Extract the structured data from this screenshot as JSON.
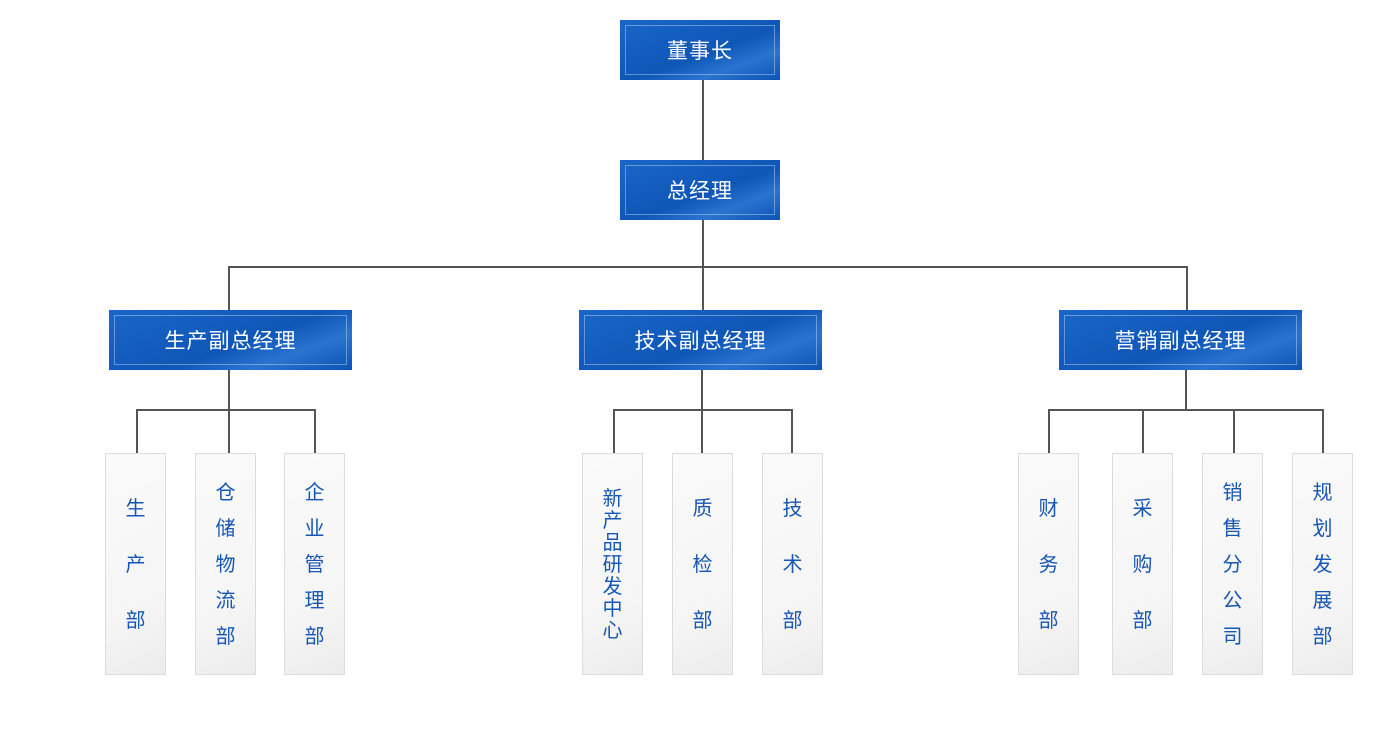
{
  "org": {
    "chairman": "董事长",
    "general_manager": "总经理",
    "vp_production": "生产副总经理",
    "vp_technology": "技术副总经理",
    "vp_marketing": "营销副总经理",
    "departments": {
      "production": "生产部",
      "warehouse_logistics": "仓储物流部",
      "enterprise_management": "企业管理部",
      "new_product_rd": "新产品研发中心",
      "quality_inspection": "质检部",
      "technology": "技术部",
      "finance": "财务部",
      "procurement": "采购部",
      "sales_branch": "销售分公司",
      "planning_development": "规划发展部"
    }
  },
  "colors": {
    "box_blue": "#0f57b7",
    "dept_text": "#1657b3",
    "line": "#555555"
  }
}
